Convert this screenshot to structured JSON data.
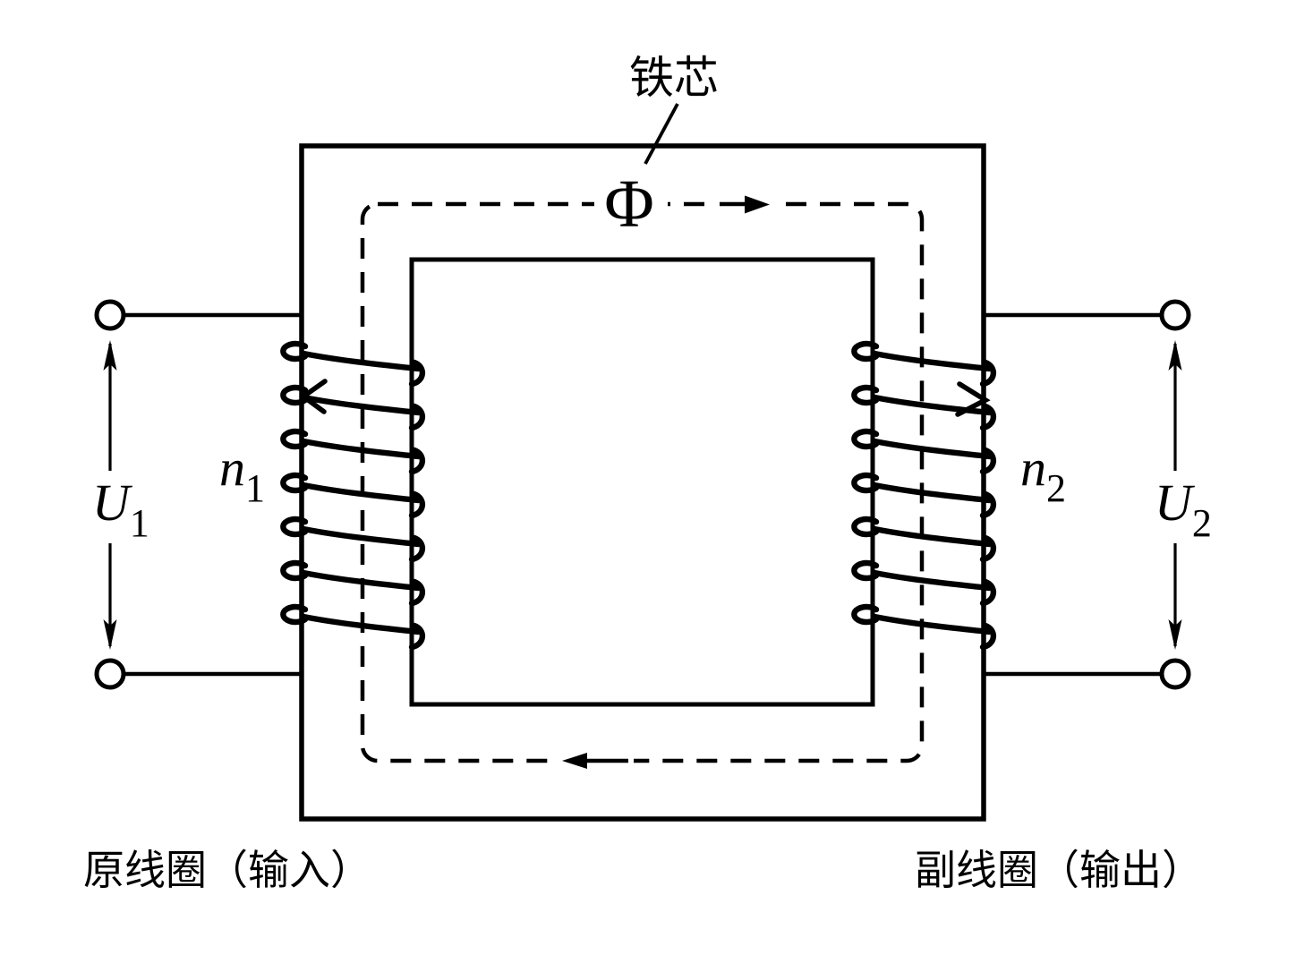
{
  "colors": {
    "ink": "#000000",
    "paper": "#ffffff"
  },
  "core": {
    "label": "铁芯"
  },
  "flux": {
    "symbol": "Φ"
  },
  "primary": {
    "turns_base": "n",
    "turns_sub": "1",
    "voltage_base": "U",
    "voltage_sub": "1",
    "caption": "原线圈（输入）"
  },
  "secondary": {
    "turns_base": "n",
    "turns_sub": "2",
    "voltage_base": "U",
    "voltage_sub": "2",
    "caption": "副线圈（输出）"
  }
}
